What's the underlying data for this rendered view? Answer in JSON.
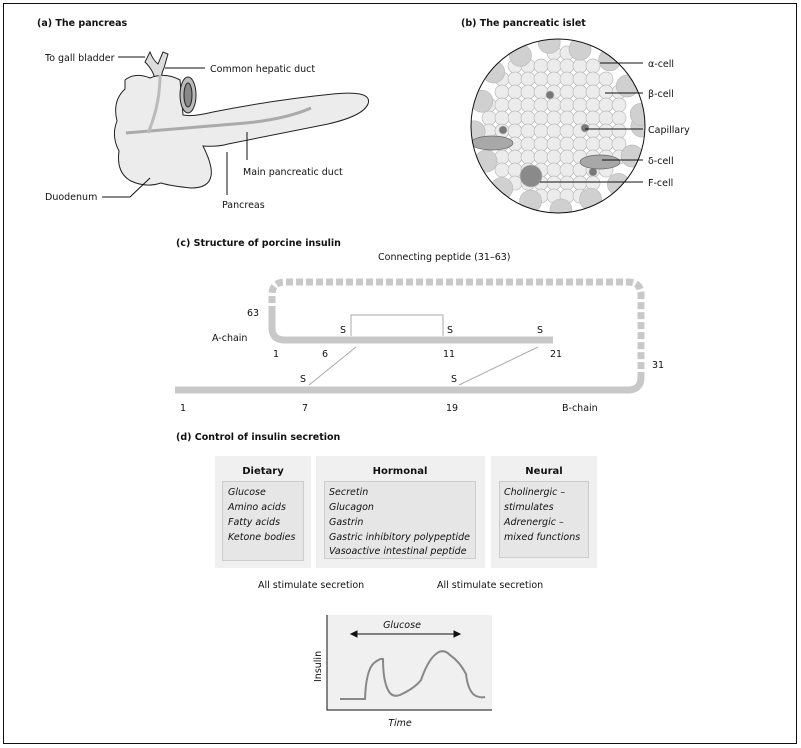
{
  "panel_a": {
    "title": "(a)  The pancreas",
    "labels": {
      "gall_bladder": "To gall bladder",
      "hepatic_duct": "Common hepatic duct",
      "main_duct": "Main pancreatic duct",
      "duodenum": "Duodenum",
      "pancreas": "Pancreas"
    }
  },
  "panel_b": {
    "title": "(b)  The pancreatic islet",
    "labels": [
      "α-cell",
      "β-cell",
      "Capillary",
      "δ-cell",
      "F-cell"
    ]
  },
  "panel_c": {
    "title": "(c)  Structure of porcine insulin",
    "connecting_peptide": "Connecting peptide (31–63)",
    "a_chain": "A-chain",
    "b_chain": "B-chain",
    "sulfur": "S",
    "numbers": {
      "n63": "63",
      "a1": "1",
      "a6": "6",
      "a11": "11",
      "a21": "21",
      "n31": "31",
      "b1": "1",
      "b7": "7",
      "b19": "19"
    }
  },
  "panel_d": {
    "title": "(d)  Control of insulin secretion",
    "groups": [
      {
        "heading": "Dietary",
        "items": [
          "Glucose",
          "Amino acids",
          "Fatty acids",
          "Ketone bodies"
        ]
      },
      {
        "heading": "Hormonal",
        "items": [
          "Secretin",
          "Glucagon",
          "Gastrin",
          "Gastric inhibitory polypeptide",
          "Vasoactive intestinal peptide"
        ]
      },
      {
        "heading": "Neural",
        "items": [
          "Cholinergic –",
          "stimulates",
          "Adrenergic –",
          "mixed functions"
        ]
      }
    ],
    "notes": [
      "All stimulate secretion",
      "All stimulate secretion"
    ],
    "graph": {
      "ylabel": "Insulin",
      "xlabel": "Time",
      "stimulus": "Glucose"
    }
  },
  "colors": {
    "chain": "#c8c8c8",
    "box_outer": "#f0f0f0",
    "box_inner": "#e4e4e4",
    "alpha_cell": "#d0d0d0",
    "beta_cell": "#ececec",
    "delta_cell": "#a8a8a8",
    "f_cell": "#8a8a8a"
  }
}
